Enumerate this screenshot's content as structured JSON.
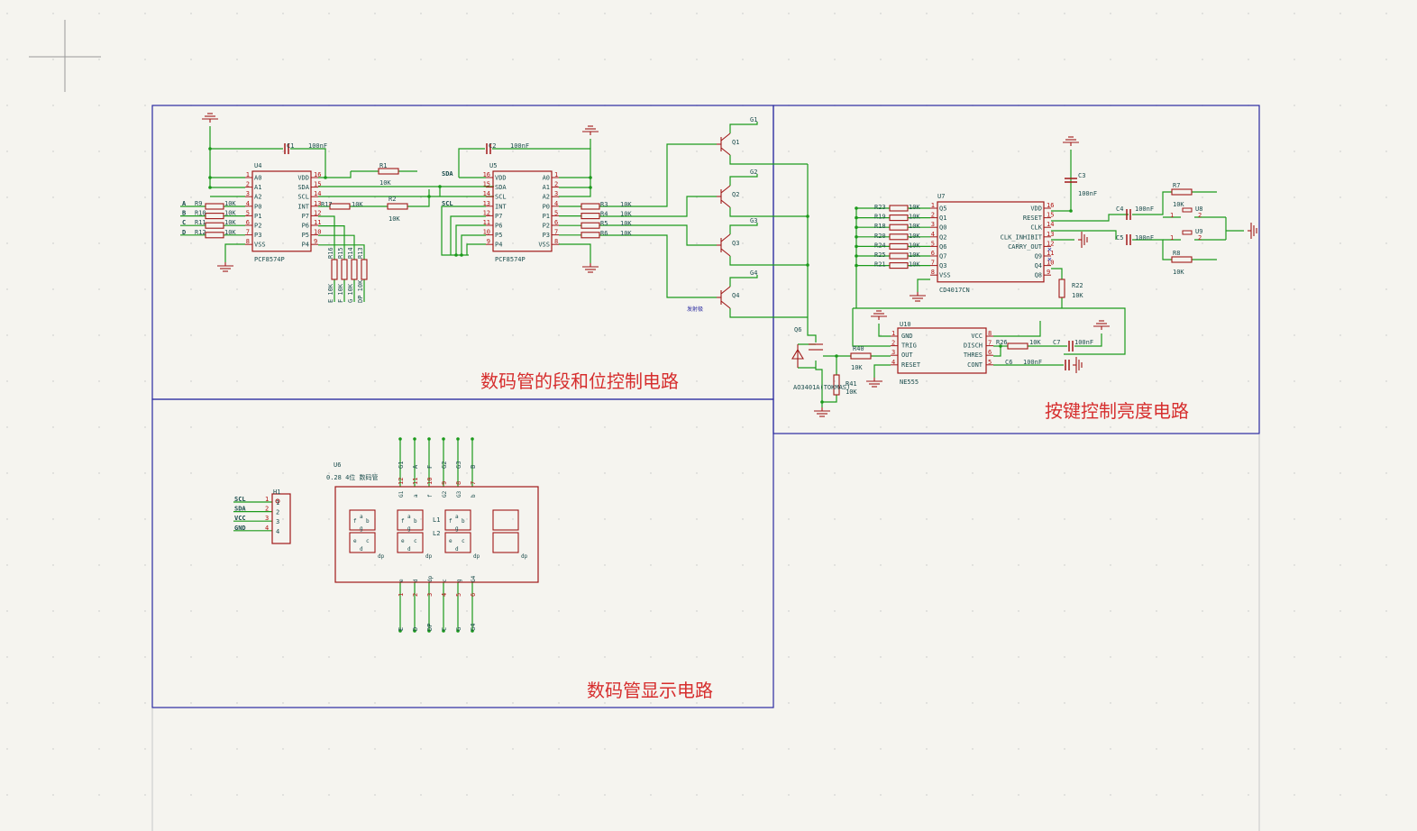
{
  "colors": {
    "background": "#f5f4ef",
    "frame": "#2a2aa0",
    "wire": "#1c9a1c",
    "part": "#a01818",
    "text": "#1a4c4c",
    "title": "#d62e2e",
    "pin": "#b01010"
  },
  "sections": {
    "control": "数码管的段和位控制电路",
    "display": "数码管显示电路",
    "brightness": "按键控制亮度电路"
  },
  "u4": {
    "ref": "U4",
    "value": "PCF8574P",
    "left_pins": [
      [
        "A0",
        "1"
      ],
      [
        "A1",
        "2"
      ],
      [
        "A2",
        "3"
      ],
      [
        "P0",
        "4"
      ],
      [
        "P1",
        "5"
      ],
      [
        "P2",
        "6"
      ],
      [
        "P3",
        "7"
      ],
      [
        "VSS",
        "8"
      ]
    ],
    "right_pins": [
      [
        "VDD",
        "16"
      ],
      [
        "SDA",
        "15"
      ],
      [
        "SCL",
        "14"
      ],
      [
        "INT",
        "13"
      ],
      [
        "P7",
        "12"
      ],
      [
        "P6",
        "11"
      ],
      [
        "P5",
        "10"
      ],
      [
        "P4",
        "9"
      ]
    ]
  },
  "u5": {
    "ref": "U5",
    "value": "PCF8574P",
    "left_pins": [
      [
        "VDD",
        "16"
      ],
      [
        "SDA",
        "15"
      ],
      [
        "SCL",
        "14"
      ],
      [
        "INT",
        "13"
      ],
      [
        "P7",
        "12"
      ],
      [
        "P6",
        "11"
      ],
      [
        "P5",
        "10"
      ],
      [
        "P4",
        "9"
      ]
    ],
    "right_pins": [
      [
        "A0",
        "1"
      ],
      [
        "A1",
        "2"
      ],
      [
        "A2",
        "3"
      ],
      [
        "P0",
        "4"
      ],
      [
        "P1",
        "5"
      ],
      [
        "P2",
        "6"
      ],
      [
        "P3",
        "7"
      ],
      [
        "VSS",
        "8"
      ]
    ]
  },
  "c1": {
    "ref": "C1",
    "value": "100nF"
  },
  "c2": {
    "ref": "C2",
    "value": "100nF"
  },
  "r1": {
    "ref": "R1",
    "value": "10K"
  },
  "r2": {
    "ref": "R2",
    "value": "10K"
  },
  "r17": {
    "ref": "R17",
    "value": "10K"
  },
  "net_sda": "SDA",
  "net_scl": "SCL",
  "seg_left": [
    {
      "net": "A",
      "ref": "R9",
      "value": "10K"
    },
    {
      "net": "B",
      "ref": "R10",
      "value": "10K"
    },
    {
      "net": "C",
      "ref": "R11",
      "value": "10K"
    },
    {
      "net": "D",
      "ref": "R12",
      "value": "10K"
    }
  ],
  "seg_bottom": [
    {
      "ref": "R16",
      "net": "E",
      "value": "10K"
    },
    {
      "ref": "R15",
      "net": "F",
      "value": "10K"
    },
    {
      "ref": "R14",
      "net": "G",
      "value": "10K"
    },
    {
      "ref": "R13",
      "net": "DP",
      "value": "10K"
    }
  ],
  "digit_res": [
    {
      "ref": "R3",
      "value": "10K"
    },
    {
      "ref": "R4",
      "value": "10K"
    },
    {
      "ref": "R5",
      "value": "10K"
    },
    {
      "ref": "R6",
      "value": "10K"
    }
  ],
  "transistors": [
    {
      "ref": "Q1",
      "net": "G1"
    },
    {
      "ref": "Q2",
      "net": "G2"
    },
    {
      "ref": "Q3",
      "net": "G3"
    },
    {
      "ref": "Q4",
      "net": "G4"
    }
  ],
  "emitter_note": "发射极",
  "u7": {
    "ref": "U7",
    "value": "CD4017CN",
    "left_pins": [
      [
        "Q5",
        "1"
      ],
      [
        "Q1",
        "2"
      ],
      [
        "Q0",
        "3"
      ],
      [
        "Q2",
        "4"
      ],
      [
        "Q6",
        "5"
      ],
      [
        "Q7",
        "6"
      ],
      [
        "Q3",
        "7"
      ],
      [
        "VSS",
        "8"
      ]
    ],
    "right_pins": [
      [
        "VDD",
        "16"
      ],
      [
        "RESET",
        "15"
      ],
      [
        "CLK",
        "14"
      ],
      [
        "CLK_INHIBIT",
        "13"
      ],
      [
        "CARRY_OUT",
        "12"
      ],
      [
        "Q9",
        "11"
      ],
      [
        "Q4",
        "10"
      ],
      [
        "Q8",
        "9"
      ]
    ]
  },
  "u7_res": [
    {
      "ref": "R23",
      "value": "10K"
    },
    {
      "ref": "R19",
      "value": "10K"
    },
    {
      "ref": "R18",
      "value": "10K"
    },
    {
      "ref": "R20",
      "value": "10K"
    },
    {
      "ref": "R24",
      "value": "10K"
    },
    {
      "ref": "R25",
      "value": "10K"
    },
    {
      "ref": "R21",
      "value": "10K"
    }
  ],
  "c3": {
    "ref": "C3",
    "value": "100nF"
  },
  "c4": {
    "ref": "C4",
    "value": "100nF"
  },
  "c5": {
    "ref": "C5",
    "value": "100nF"
  },
  "r7": {
    "ref": "R7",
    "value": "10K"
  },
  "r8": {
    "ref": "R8",
    "value": "10K"
  },
  "u8": {
    "ref": "U8",
    "pin1": "1",
    "pin2": "2"
  },
  "u9": {
    "ref": "U9",
    "pin1": "1",
    "pin2": "2"
  },
  "r22": {
    "ref": "R22",
    "value": "10K"
  },
  "u10": {
    "ref": "U10",
    "value": "NE555",
    "left_pins": [
      [
        "GND",
        "1"
      ],
      [
        "TRIG",
        "2"
      ],
      [
        "OUT",
        "3"
      ],
      [
        "RESET",
        "4"
      ]
    ],
    "right_pins": [
      [
        "VCC",
        "8"
      ],
      [
        "DISCH",
        "7"
      ],
      [
        "THRES",
        "6"
      ],
      [
        "CONT",
        "5"
      ]
    ]
  },
  "r26": {
    "ref": "R26",
    "value": "10K"
  },
  "c6": {
    "ref": "C6",
    "value": "100nF"
  },
  "c7": {
    "ref": "C7",
    "value": "100nF"
  },
  "r40": {
    "ref": "R40",
    "value": "10K"
  },
  "r41": {
    "ref": "R41",
    "value": "10K"
  },
  "q6": {
    "ref": "Q6",
    "value": "AO3401A(TOKMAS)"
  },
  "h1": {
    "ref": "H1",
    "pins": [
      [
        "SCL",
        "1"
      ],
      [
        "SDA",
        "2"
      ],
      [
        "VCC",
        "3"
      ],
      [
        "GND",
        "4"
      ]
    ]
  },
  "u6": {
    "ref": "U6",
    "value": "0.28 4位 数码管",
    "top_nets": [
      "G1",
      "A",
      "F",
      "G2",
      "G3",
      "B"
    ],
    "top_pins": [
      "12",
      "11",
      "10",
      "9",
      "8",
      "7"
    ],
    "top_inner": [
      "G1",
      "a",
      "f",
      "G2",
      "G3",
      "b"
    ],
    "bottom_nets": [
      "E",
      "D",
      "DP",
      "C",
      "G",
      "G4"
    ],
    "bottom_pins": [
      "1",
      "2",
      "3",
      "4",
      "5",
      "6"
    ],
    "bottom_inner": [
      "e",
      "d",
      "dp",
      "c",
      "g",
      "G4"
    ],
    "seg_labels": {
      "a": "a",
      "b": "b",
      "c": "c",
      "d": "d",
      "e": "e",
      "f": "f",
      "g": "g",
      "dp": "dp"
    },
    "l1": "L1",
    "l2": "L2"
  }
}
